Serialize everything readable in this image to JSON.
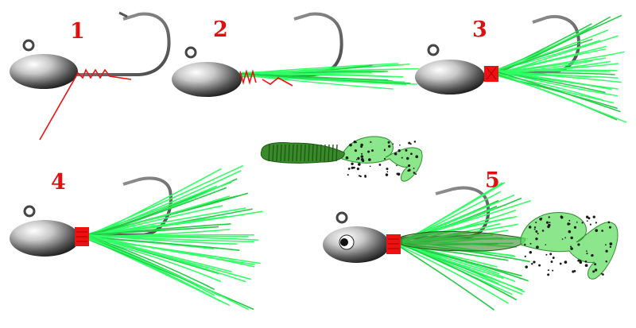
{
  "steps": [
    {
      "label": "1"
    },
    {
      "label": "2"
    },
    {
      "label": "3"
    },
    {
      "label": "4"
    },
    {
      "label": "5"
    }
  ],
  "colors": {
    "step_label": "#dd1111",
    "thread": "#ee1111",
    "fiber": "#33ff66",
    "fiber_dark": "#22cc44",
    "hook": "#555555",
    "grub_body": "#3a8a2a",
    "grub_tail": "#66dd66"
  }
}
